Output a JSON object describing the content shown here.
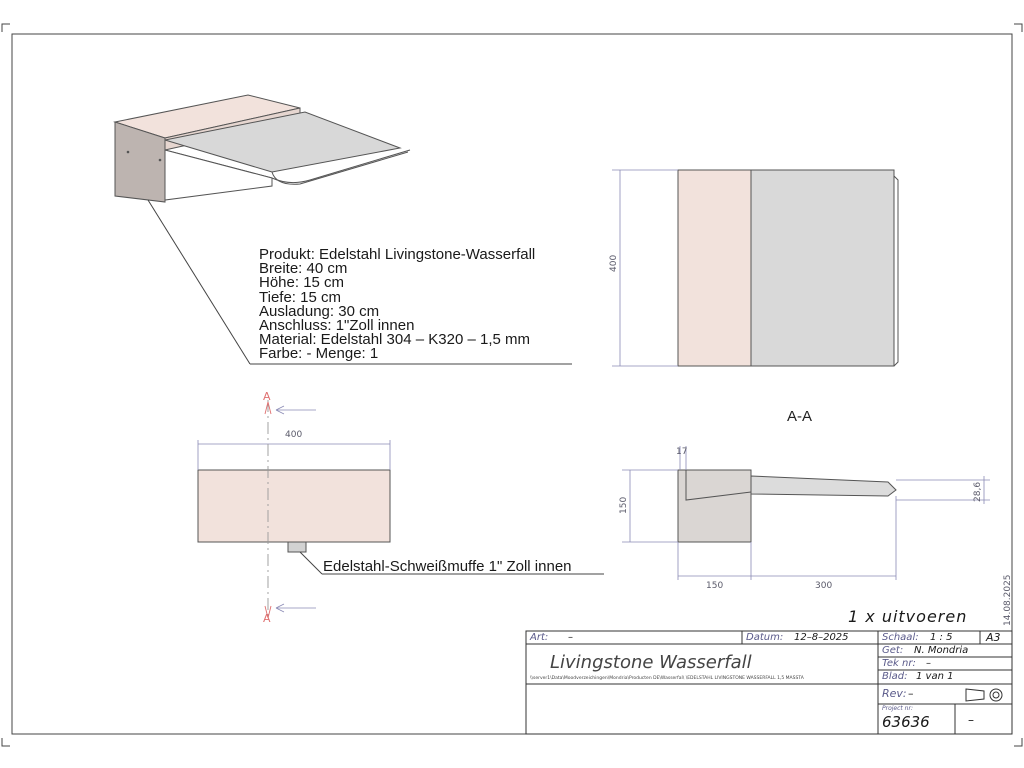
{
  "product_info": [
    "Produkt:  Edelstahl  Livingstone-Wasserfall",
    "Breite: 40 cm",
    "Höhe: 15 cm",
    "Tiefe: 15 cm",
    "Ausladung: 30 cm",
    "Anschluss: 1\"Zoll innen",
    "Material:  Edelstahl  304  –  K320  –  1,5  mm",
    "Farbe: - Menge: 1"
  ],
  "section_label": "A-A",
  "section_marks": [
    "A",
    "A"
  ],
  "weld_note": "Edelstahl-Schweißmuffe 1\" Zoll innen",
  "dimensions": {
    "top_view_width": "400",
    "front_view_width": "400",
    "side_height": "150",
    "side_depth": "150",
    "spout_length": "300",
    "slot": "17",
    "lip": "28,6"
  },
  "execution_note": "1  x  uitvoeren",
  "date_stamp": "14.08.2025",
  "title_block": {
    "art_key": "Art:",
    "art_value": "–",
    "datum_key": "Datum:",
    "datum_value": "12–8–2025",
    "schaal_key": "Schaal:",
    "schaal_value": "1  :  5",
    "format": "A3",
    "get_key": "Get:",
    "get_value": "N. Mondria",
    "tek_key": "Tek nr:",
    "tek_value": "–",
    "blad_key": "Blad:",
    "blad_value": "1    van   1",
    "rev_key": "Rev:",
    "rev_value": "–",
    "project_key": "Project nr:",
    "project_value": "63636",
    "project_extra": "–",
    "drawing_title": "Livingstone Wasserfall",
    "path": "\\\\server1\\Data\\Moodverzeichingen\\Mondria\\Producten DE\\Wasserfal\\ \\EDELSTAHL LIVINGSTONE WASSERFALL  1,5 MASSTA"
  },
  "colors": {
    "panel_fill": "#f2e2dc",
    "body_fill": "#dad6d3",
    "tray_fill": "#d9d9d9",
    "line": "#555555",
    "dim_line": "#8a8ab5",
    "section_arrow": "#e07070"
  }
}
